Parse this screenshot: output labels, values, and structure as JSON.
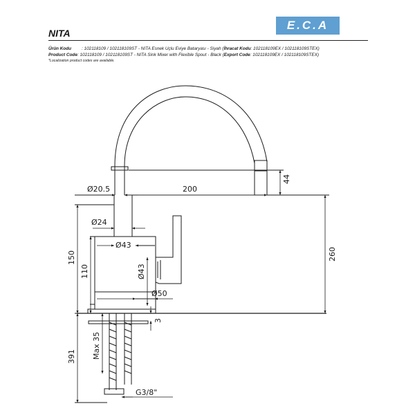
{
  "brand": {
    "logo_text": "E.C.A",
    "logo_color": "#5f9fd1"
  },
  "title": "NITA",
  "codes": {
    "tr_label": "Ürün Kodu",
    "tr_text": ": 102118109 / 102118109ST - NITA Esnek Uçlu Eviye Bataryası - Siyah (",
    "tr_bold": "İhracat Kodu",
    "tr_tail": ": 102118109EX / 102118109STEX)",
    "en_label": "Product Code",
    "en_text": ": 102118109 / 102118109ST - NITA  Sink Mixer with Flexible Spout - Black (",
    "en_bold": "Export Code",
    "en_tail": ": 102118109EX / 102118109STEX)",
    "note": "*Localization product codes are available."
  },
  "dimensions": {
    "spout_diameter": "Ø20.5",
    "reach": "200",
    "spout_end_height": "44",
    "neck_diameter": "Ø24",
    "body_diameter_top": "Ø43",
    "body_diameter_side": "Ø43",
    "base_diameter": "Ø50",
    "total_height": "260",
    "height_150": "150",
    "height_110": "110",
    "base_thickness": "3",
    "max_counter": "Max 35",
    "hose_length": "391",
    "thread": "G3/8\""
  }
}
